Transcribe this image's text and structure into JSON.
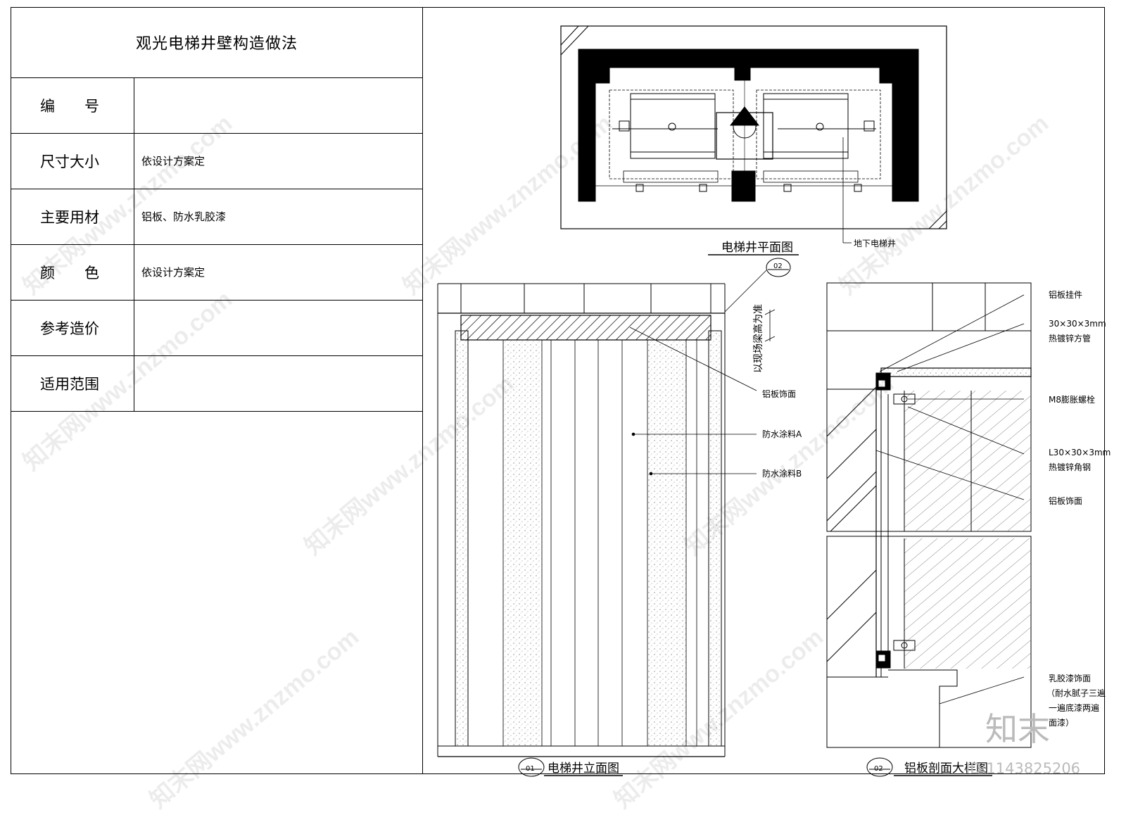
{
  "sheet": {
    "title": "观光电梯井壁构造做法",
    "rows": [
      {
        "label": "编　　号",
        "value": ""
      },
      {
        "label": "尺寸大小",
        "value": "依设计方案定"
      },
      {
        "label": "主要用材",
        "value": "铝板、防水乳胶漆"
      },
      {
        "label": "颜　　色",
        "value": "依设计方案定"
      },
      {
        "label": "参考造价",
        "value": ""
      },
      {
        "label": "适用范围",
        "value": ""
      }
    ]
  },
  "plan": {
    "title": "电梯井平面图",
    "label_basement": "地下电梯井"
  },
  "elevation": {
    "title": "电梯井立面图",
    "number": "01",
    "callout_number": "02",
    "note_beam": "以现场梁高为准",
    "label_panel": "铝板饰面",
    "label_coat_a": "防水涂料A",
    "label_coat_b": "防水涂料B"
  },
  "section": {
    "title": "铝板剖面大样图",
    "number": "02",
    "labels": [
      "铝板挂件",
      "30×30×3mm",
      "热镀锌方管",
      "M8膨胀螺栓",
      "L30×30×3mm",
      "热镀锌角钢",
      "铝板饰面",
      "乳胶漆饰面",
      "（耐水腻子三遍",
      "一遍底漆两遍",
      "面漆）"
    ]
  },
  "watermark": {
    "text": "知末网www.znzmo.com",
    "brand": "知末",
    "id": "ID:1143825206"
  }
}
